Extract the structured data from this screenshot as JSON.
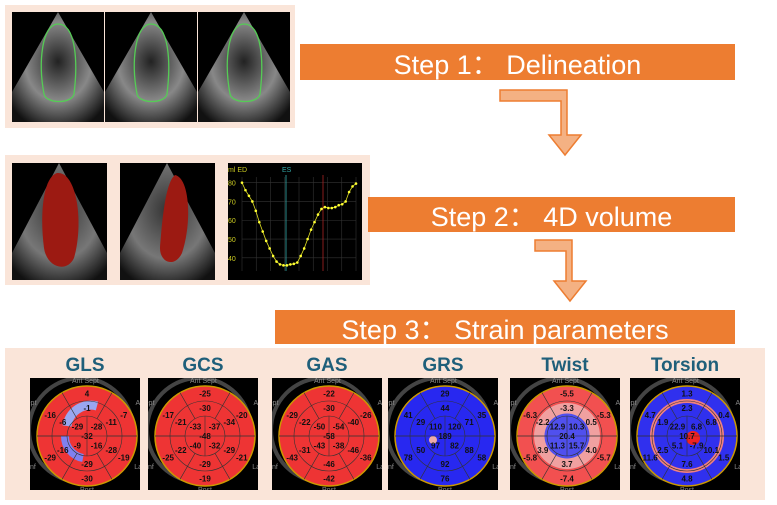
{
  "steps": [
    {
      "label": "Step 1： Delineation"
    },
    {
      "label": "Step 2： 4D volume"
    },
    {
      "label": "Step 3： Strain parameters"
    }
  ],
  "colors": {
    "banner": "#ed7d31",
    "arrow": "#f4b183",
    "panel": "#fae5d9",
    "title": "#1f5f7a",
    "red": "#ee3333",
    "blue": "#2a2af0"
  },
  "volume_chart": {
    "labels": {
      "ed": "ml ED",
      "es": "ES"
    },
    "yticks": [
      "80",
      "70",
      "60",
      "50",
      "40"
    ],
    "ylim": [
      33,
      83
    ],
    "values": [
      80,
      76,
      73,
      70,
      65,
      59,
      54,
      49,
      45,
      41,
      38,
      36.5,
      36,
      36,
      36.5,
      36.8,
      37.5,
      41,
      45,
      50,
      55,
      59,
      63,
      66,
      67,
      66.5,
      66.5,
      67,
      68,
      68.5,
      70,
      75,
      78,
      79.5
    ]
  },
  "orientation": {
    "top": "Ant Sept",
    "left": "Sept",
    "right": "Ant",
    "bottom_left": "Inf",
    "bottom_right": "Lat",
    "bottom": "Post"
  },
  "bullseyes": [
    {
      "title": "GLS",
      "mode": "red",
      "basal": [
        "4",
        "-7",
        "-19",
        "-30",
        "-29",
        "-16"
      ],
      "mid": [
        "-1",
        "-11",
        "-28",
        "-29",
        "-16",
        "-6"
      ],
      "apical": [
        "-29",
        "-28",
        "-16",
        "-9"
      ],
      "apex": "-32"
    },
    {
      "title": "GCS",
      "mode": "red",
      "basal": [
        "-25",
        "-20",
        "-21",
        "-19",
        "-25",
        "-17"
      ],
      "mid": [
        "-30",
        "-34",
        "-29",
        "-29",
        "-22",
        "-21"
      ],
      "apical": [
        "-33",
        "-37",
        "-32",
        "-40"
      ],
      "apex": "-48"
    },
    {
      "title": "GAS",
      "mode": "red",
      "basal": [
        "-22",
        "-26",
        "-36",
        "-42",
        "-43",
        "-29"
      ],
      "mid": [
        "-30",
        "-40",
        "-46",
        "-46",
        "-31",
        "-22"
      ],
      "apical": [
        "-50",
        "-54",
        "-38",
        "-43"
      ],
      "apex": "-58"
    },
    {
      "title": "GRS",
      "mode": "blue",
      "basal": [
        "29",
        "35",
        "58",
        "76",
        "78",
        "41"
      ],
      "mid": [
        "44",
        "71",
        "88",
        "92",
        "50",
        "29"
      ],
      "apical": [
        "110",
        "120",
        "82",
        "97"
      ],
      "apex": "189"
    },
    {
      "title": "Twist",
      "mode": "twist",
      "basal": [
        "-5.5",
        "-5.3",
        "-5.7",
        "-7.4",
        "-5.8",
        "-6.3"
      ],
      "mid": [
        "-3.3",
        "0.5",
        "4.0",
        "3.7",
        "3.9",
        "-2.2"
      ],
      "apical": [
        "12.9",
        "10.3",
        "15.7",
        "11.3"
      ],
      "apex": "20.4"
    },
    {
      "title": "Torsion",
      "mode": "torsion",
      "basal": [
        "1.3",
        "0.4",
        "1.5",
        "4.8",
        "11.6",
        "4.7"
      ],
      "mid": [
        "2.3",
        "6.8",
        "10.1",
        "7.6",
        "2.5",
        "1.9"
      ],
      "apical": [
        "22.9",
        "6.8",
        "-7.9",
        "5.1"
      ],
      "apex": "10.7"
    }
  ]
}
